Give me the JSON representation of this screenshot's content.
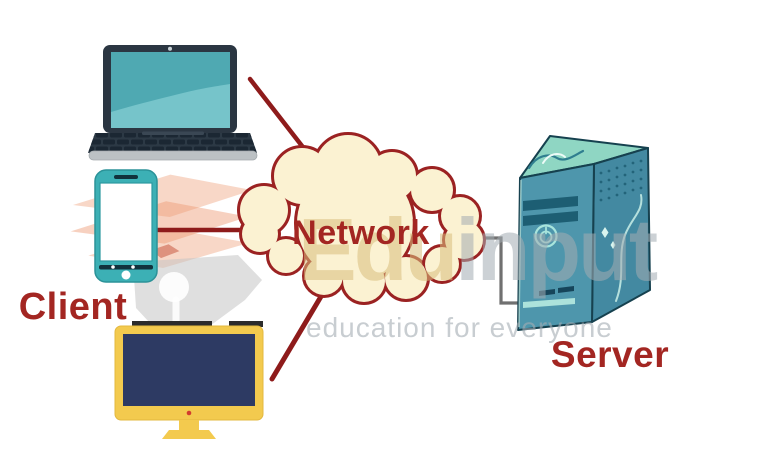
{
  "diagram": {
    "type": "client-server-network",
    "labels": {
      "client": "Client",
      "network": "Network",
      "server": "Server"
    },
    "client_devices": [
      "laptop",
      "smartphone",
      "desktop-monitor"
    ],
    "connections": [
      {
        "from": "laptop",
        "to": "network-cloud",
        "style": "red-line"
      },
      {
        "from": "smartphone",
        "to": "network-cloud",
        "style": "red-line"
      },
      {
        "from": "desktop-monitor",
        "to": "network-cloud",
        "style": "red-line"
      },
      {
        "from": "network-cloud",
        "to": "server",
        "style": "gray-cable"
      }
    ]
  },
  "watermark": {
    "brand_primary": "Edu",
    "brand_secondary": "input",
    "tagline": "education for everyone"
  },
  "colors": {
    "accent_red": "#A32622",
    "line_red": "#8E1B1B",
    "cloud_fill": "#FBF2D2",
    "cloud_border": "#9B2222",
    "device_dark": "#2B3642",
    "keyboard_deck": "#2C3945",
    "key_dark": "#1B2733",
    "laptop_base": "#BCC1C4",
    "screen_teal": "#4FA9B2",
    "screen_teal_light": "#76C4CA",
    "phone_teal": "#3CB0B5",
    "phone_detail_dark": "#11323C",
    "monitor_yellow": "#F3CA4E",
    "monitor_screen": "#2D3A63",
    "power_dot_red": "#D23B2E",
    "server_front": "#4E96AC",
    "server_side": "#4389A1",
    "server_top": "#8FD6C3",
    "server_outline": "#16414F",
    "server_slot": "#1D5E73",
    "server_light": "#ACE2DB",
    "cable_gray": "#707070",
    "wm_tan": "#D9BE7E",
    "wm_gray": "#A4ADB3",
    "wm_salmon": "#ED9A74",
    "wm_nib": "#C4C4C4"
  }
}
